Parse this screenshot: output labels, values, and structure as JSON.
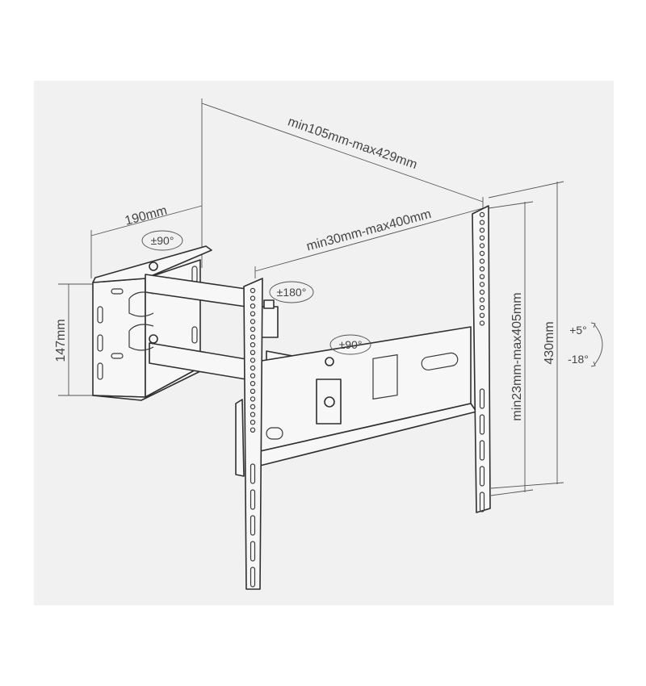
{
  "dimensions": {
    "extension_depth": "min105mm-max429mm",
    "wall_plate_width": "190mm",
    "wall_plate_height": "147mm",
    "horizontal_vesa": "min30mm-max400mm",
    "vertical_vesa": "min23mm-max405mm",
    "tv_plate_height": "430mm"
  },
  "rotations": {
    "wall_swivel": "±90°",
    "arm_rotation": "±180°",
    "tv_swivel": "±90°"
  },
  "tilt": {
    "up": "+5°",
    "down": "-18°"
  }
}
